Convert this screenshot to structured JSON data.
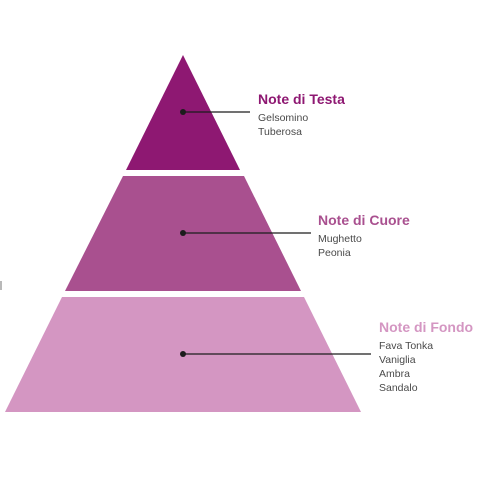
{
  "colors": {
    "top": "#8e1872",
    "middle": "#a9508f",
    "bottom": "#d496c2",
    "connector": "#1c1c1c"
  },
  "tiers": [
    {
      "id": "top",
      "title": "Note di Testa",
      "title_color": "#8e1872",
      "notes": [
        "Gelsomino",
        "Tuberosa"
      ]
    },
    {
      "id": "middle",
      "title": "Note di Cuore",
      "title_color": "#a9508f",
      "notes": [
        "Mughetto",
        "Peonia"
      ]
    },
    {
      "id": "bottom",
      "title": "Note di Fondo",
      "title_color": "#d496c2",
      "notes": [
        "Fava Tonka",
        "Vaniglia",
        "Ambra",
        "Sandalo"
      ]
    }
  ]
}
